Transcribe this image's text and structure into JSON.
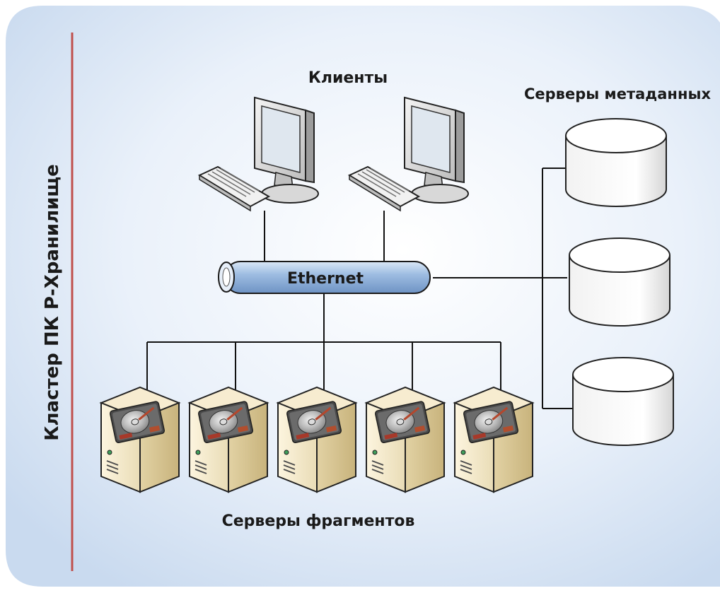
{
  "cluster_label": "Кластер ПК Р-Хранилище",
  "clients_label": "Клиенты",
  "metadata_servers_label": "Серверы метаданных",
  "network_label": "Ethernet",
  "fragment_servers_label": "Серверы фрагментов",
  "colors": {
    "background_gradient_start": "#d4e2f3",
    "background_gradient_end": "#ffffff",
    "cluster_line": "#c0504d",
    "bus_fill": "#8fb0d9",
    "cylinder_fill": "#f0f0f0"
  },
  "counts": {
    "clients": 2,
    "metadata_servers": 3,
    "fragment_servers": 5
  }
}
